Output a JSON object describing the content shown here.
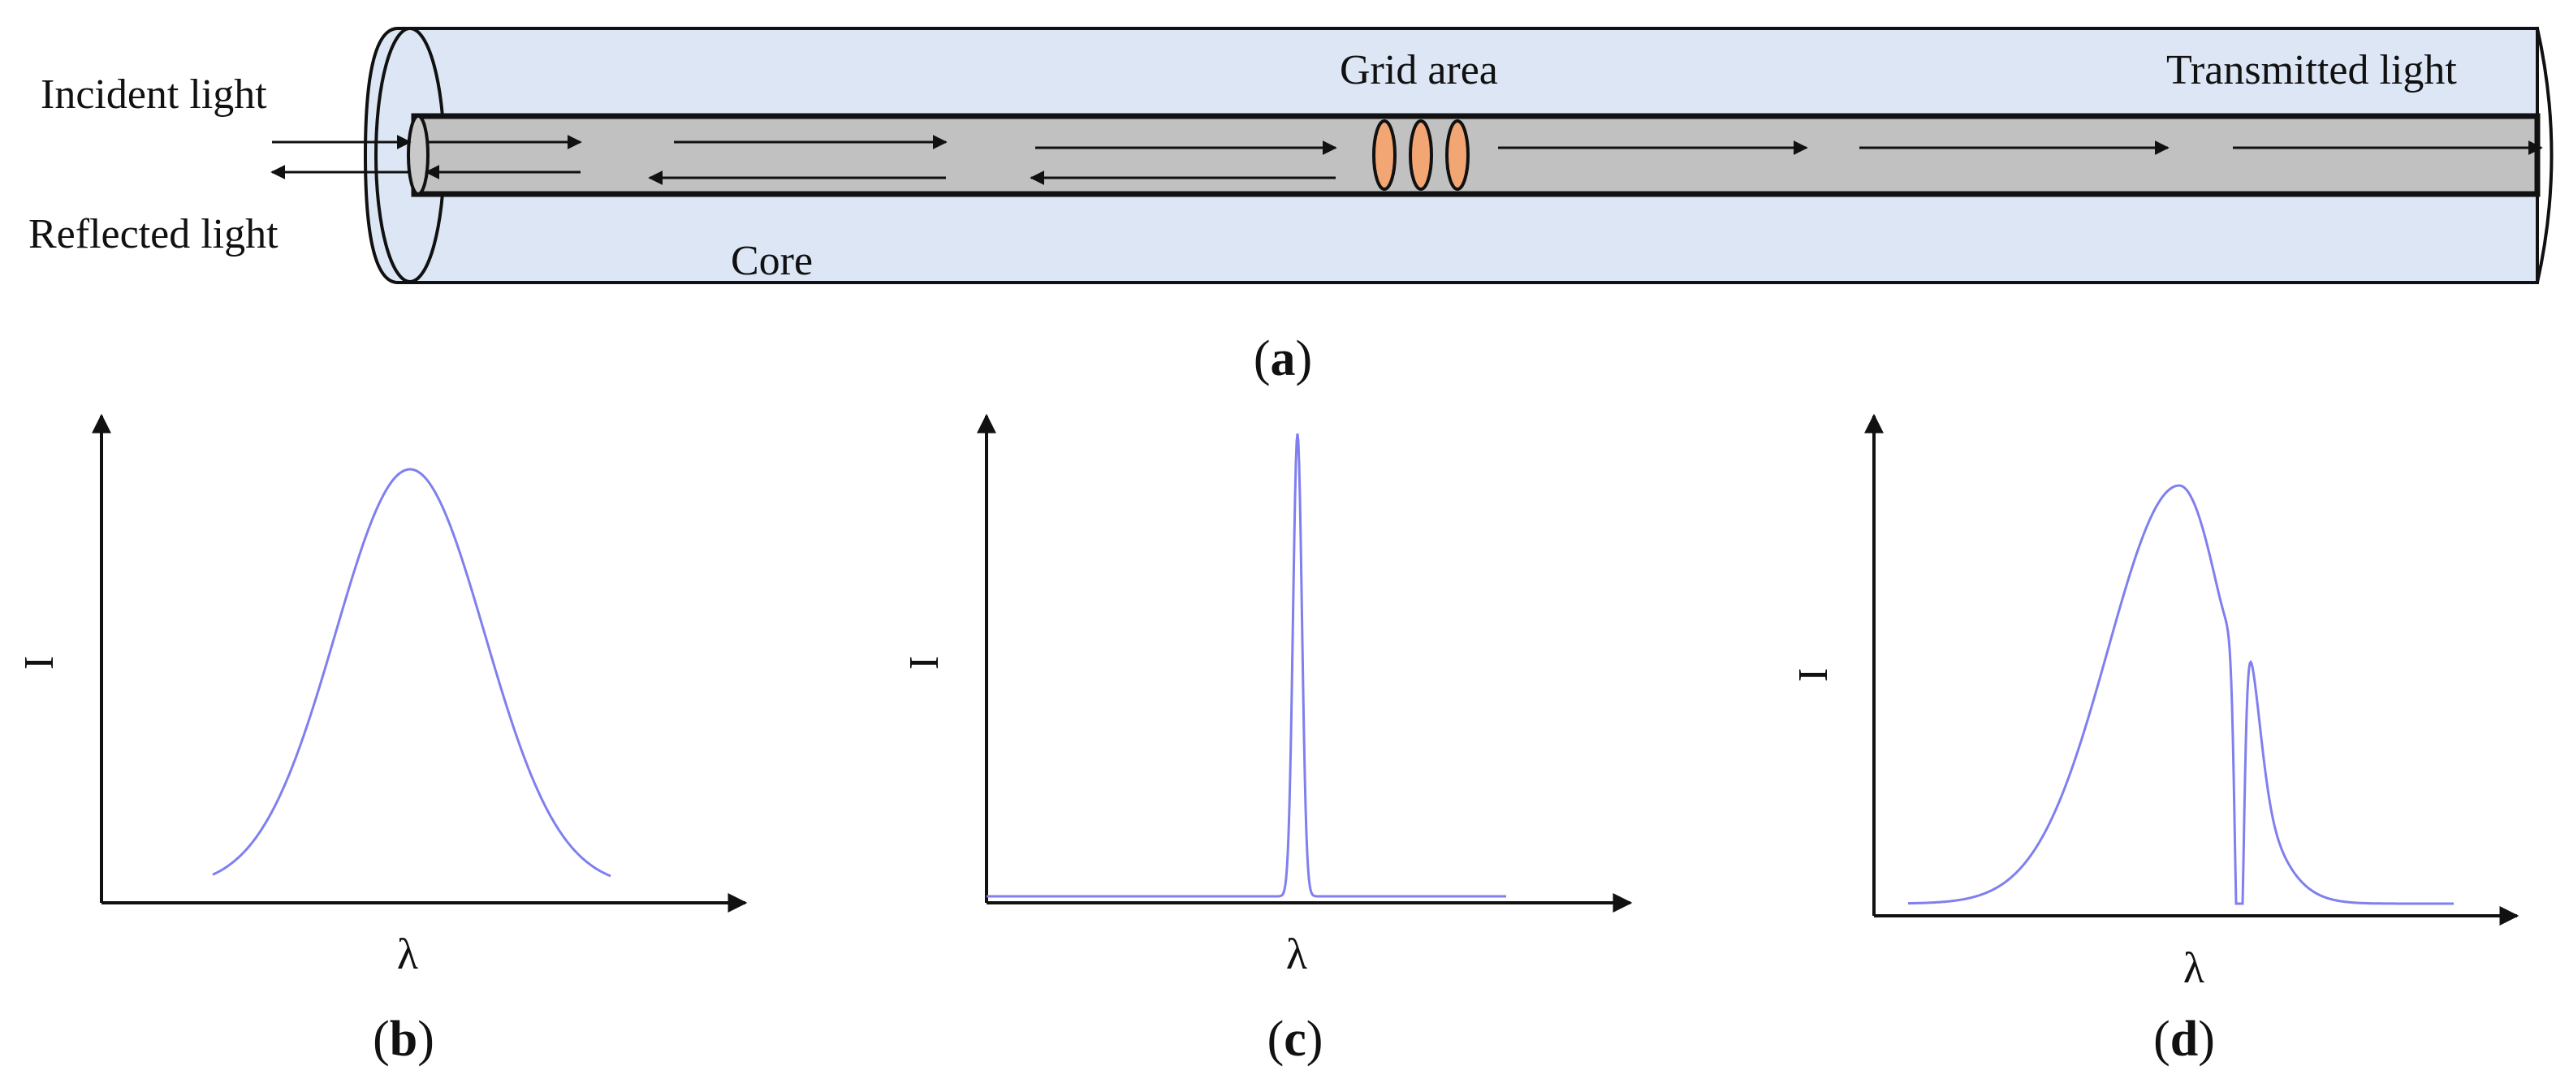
{
  "panel_a": {
    "labels": {
      "incident": "Incident light",
      "reflected": "Reflected light",
      "grid": "Grid area",
      "transmitted": "Transmitted light",
      "core": "Core"
    },
    "caption": "a"
  },
  "panel_b": {
    "caption": "b",
    "y_label": "I",
    "x_label": "λ"
  },
  "panel_c": {
    "caption": "c",
    "y_label": "I",
    "x_label": "λ"
  },
  "panel_d": {
    "caption": "d",
    "y_label": "I",
    "x_label": "λ"
  },
  "colors": {
    "cladding_fill": "#dce6f4",
    "core_fill": "#c1c1c1",
    "grating_fill": "#f2a673",
    "curve": "#7f7fef",
    "outline": "#111111"
  }
}
